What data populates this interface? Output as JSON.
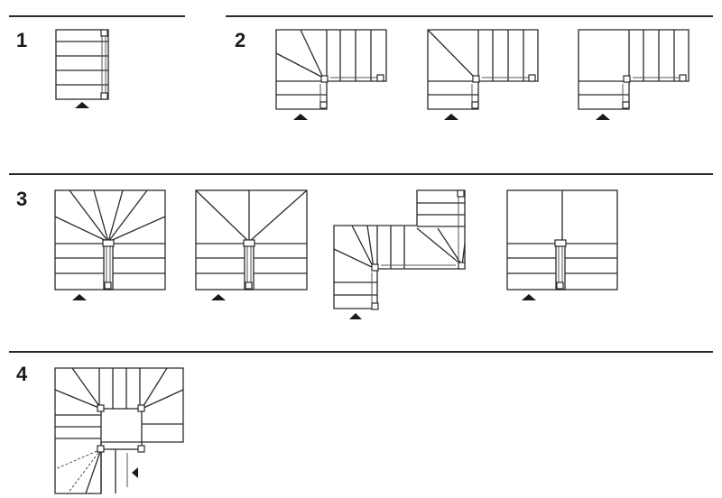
{
  "sections": [
    {
      "label": "1"
    },
    {
      "label": "2"
    },
    {
      "label": "3"
    },
    {
      "label": "4"
    }
  ],
  "diagram_types": [
    "straight-flight",
    "quarter-turn-winders",
    "quarter-turn-winders-diagonal",
    "quarter-turn-landing",
    "half-turn-winders",
    "half-turn-winders-diagonal",
    "double-quarter-turn",
    "half-turn-landing",
    "three-quarter-turn-winders"
  ],
  "colors": {
    "line": "#2a2a2a",
    "background": "#ffffff"
  }
}
